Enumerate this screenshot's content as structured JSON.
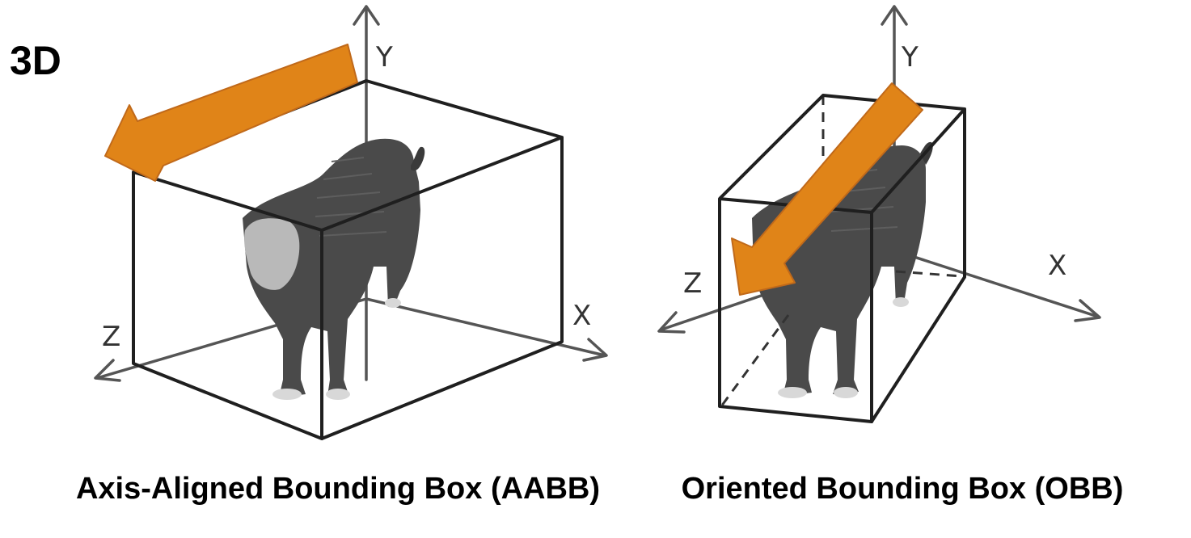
{
  "heading": "3D",
  "colors": {
    "arrow": "#E08418",
    "arrow_outline": "#C0691A",
    "box": "#1F1F1F",
    "axis": "#555555",
    "animal": "#4A4A4A"
  },
  "panels": [
    {
      "id": "aabb",
      "caption": "Axis-Aligned Bounding Box (AABB)",
      "axes": {
        "x": "X",
        "y": "Y",
        "z": "Z"
      }
    },
    {
      "id": "obb",
      "caption": "Oriented Bounding Box (OBB)",
      "axes": {
        "x": "X",
        "y": "Y",
        "z": "Z"
      }
    }
  ]
}
